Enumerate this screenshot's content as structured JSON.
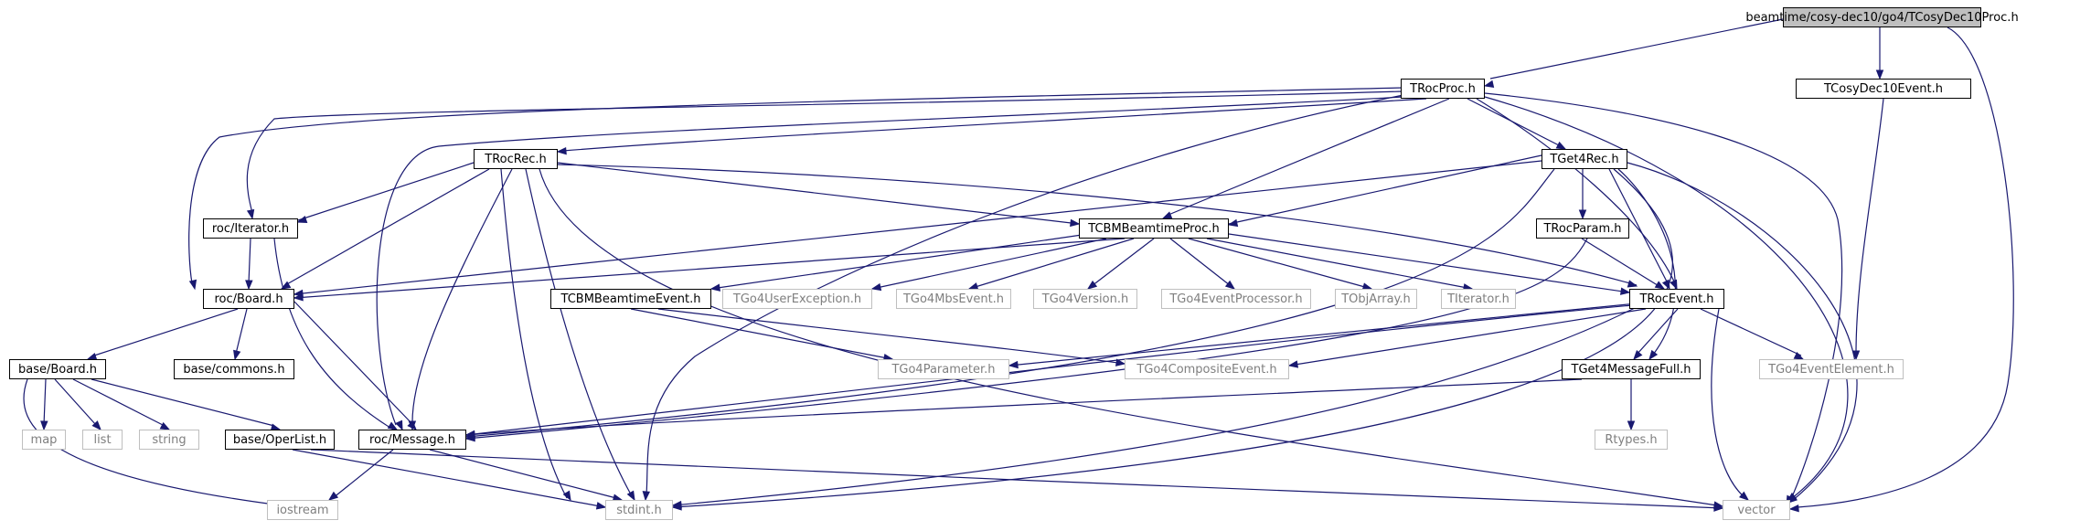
{
  "edge_color": "#191970",
  "root_fill": "#bfbfbf",
  "external_color": "#7f7f7f",
  "nodes": {
    "root": "beamtime/cosy-dec10/go4/TCosyDec10Proc.h",
    "trocproc": "TRocProc.h",
    "tcosyevent": "TCosyDec10Event.h",
    "trocrec": "TRocRec.h",
    "tget4rec": "TGet4Rec.h",
    "iterator": "roc/Iterator.h",
    "tcbmproc": "TCBMBeamtimeProc.h",
    "trocparam": "TRocParam.h",
    "rocboard": "roc/Board.h",
    "tcbmevent": "TCBMBeamtimeEvent.h",
    "tgo4userexc": "TGo4UserException.h",
    "tgo4mbs": "TGo4MbsEvent.h",
    "tgo4version": "TGo4Version.h",
    "tgo4eventproc": "TGo4EventProcessor.h",
    "tobjarray": "TObjArray.h",
    "titerator": "TIterator.h",
    "trocevent": "TRocEvent.h",
    "baseboard": "base/Board.h",
    "basecommons": "base/commons.h",
    "tgo4param": "TGo4Parameter.h",
    "tgo4composite": "TGo4CompositeEvent.h",
    "tget4msgfull": "TGet4MessageFull.h",
    "tgo4evelem": "TGo4EventElement.h",
    "map": "map",
    "list": "list",
    "string": "string",
    "operlist": "base/OperList.h",
    "rocmessage": "roc/Message.h",
    "rtypes": "Rtypes.h",
    "iostream": "iostream",
    "stdint": "stdint.h",
    "vector": "vector"
  }
}
